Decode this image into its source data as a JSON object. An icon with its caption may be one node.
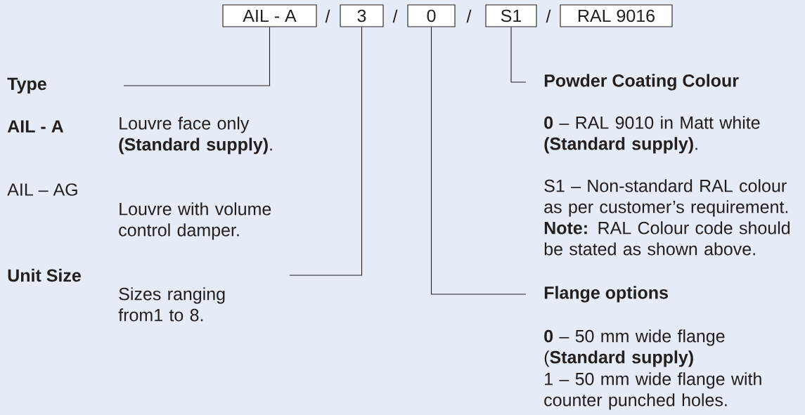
{
  "diagram": {
    "nodes": [
      {
        "text": [
          "AIL - A"
        ]
      },
      {
        "text": [
          "3"
        ]
      },
      {
        "text": [
          "0"
        ]
      },
      {
        "text": [
          "S1"
        ]
      },
      {
        "text": [
          "RAL 9016"
        ]
      },
      {
        "text": [
          "Type"
        ]
      },
      {
        "text": [
          "Unit Size"
        ]
      },
      {
        "text": [
          "Flange options"
        ]
      },
      {
        "text": [
          "Powder Coating Colour"
        ]
      }
    ],
    "edges": [
      {
        "from": 0,
        "to": null,
        "arrow": "none"
      },
      {
        "from": 1,
        "to": null,
        "arrow": "none"
      },
      {
        "from": 2,
        "to": 7,
        "arrow": "none"
      },
      {
        "from": 3,
        "to": 8,
        "arrow": "none"
      }
    ],
    "labels": [
      "/",
      "/",
      "/",
      "/",
      "AIL - A",
      "Louvre face only **(Standard supply)**.",
      "AIL – AG",
      "Louvre with volume control damper.",
      "Sizes ranging from1 to 8.",
      "**0** – RAL 9010 in Matt white **(Standard supply)**.",
      "S1 – Non-standard RAL colour as per customer’s requirement. **Note:** RAL Colour code should be stated as shown above.",
      "**0** – 50 mm wide flange (**Standard supply)**",
      "1 – 50 mm wide flange with counter punched holes."
    ]
  }
}
